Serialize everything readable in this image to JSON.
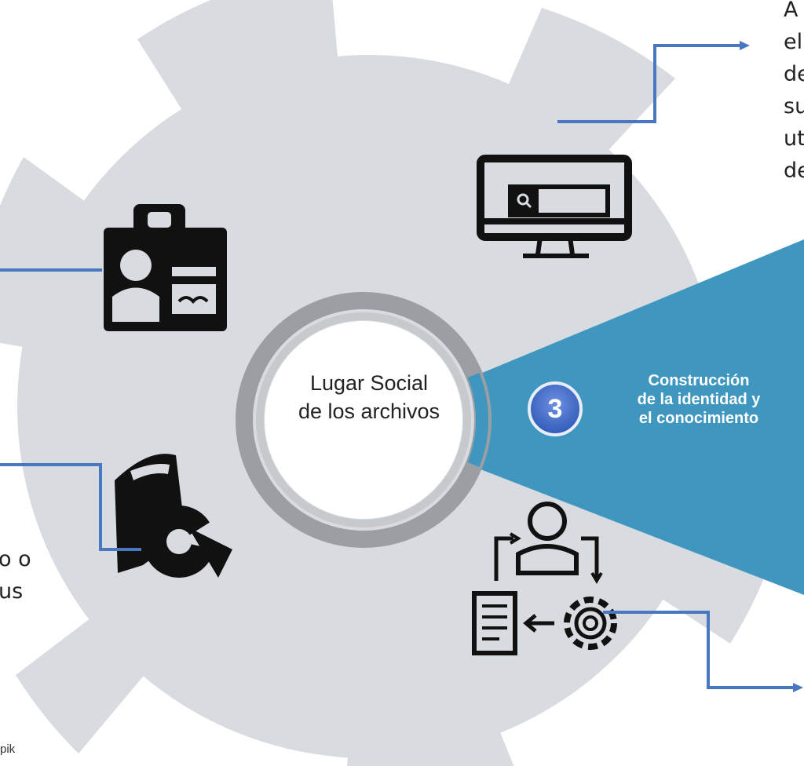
{
  "diagram": {
    "center": {
      "line1": "Lugar Social",
      "line2": "de los archivos"
    },
    "highlighted_segment": {
      "number": "3",
      "line1": "Construcción",
      "line2": "de la identidad y",
      "line3": "el conocimiento",
      "color": "#3f97c0"
    },
    "colors": {
      "disc": "#d8dbdf",
      "ring": "#9b9fa4",
      "connector": "#4a78c0",
      "icon": "#111111"
    },
    "icons": [
      "id-badge-icon",
      "computer-search-icon",
      "book-chart-icon",
      "workflow-gear-icon"
    ],
    "cutoff_text": {
      "top_right": [
        "A",
        "el",
        "de",
        "su",
        "ut",
        "de"
      ],
      "left_bottom": [
        "o o",
        "us"
      ],
      "credit": "pik"
    }
  }
}
